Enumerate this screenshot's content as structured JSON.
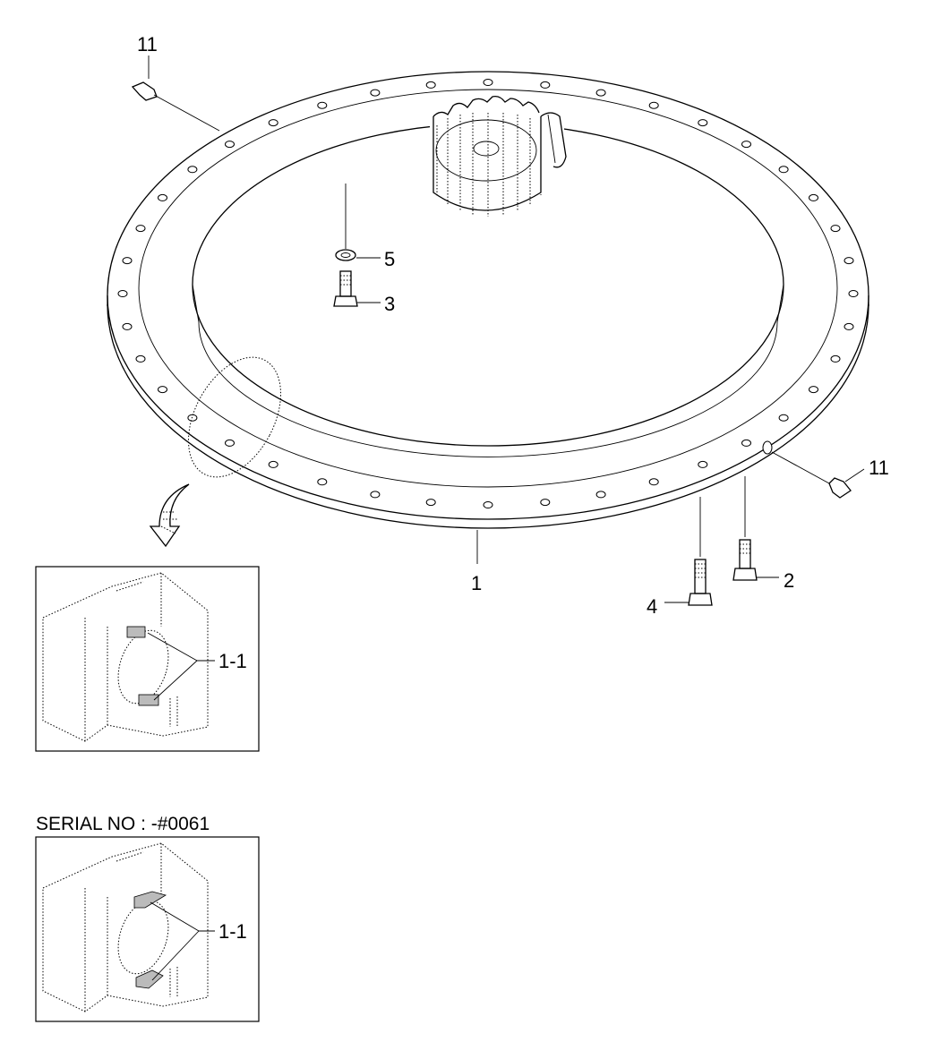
{
  "callouts": {
    "c11_top": "11",
    "c5": "5",
    "c3": "3",
    "c11_right": "11",
    "c1": "1",
    "c2": "2",
    "c4": "4",
    "c1_1_a": "1-1",
    "c1_1_b": "1-1"
  },
  "serial_note": "SERIAL NO : -#0061"
}
